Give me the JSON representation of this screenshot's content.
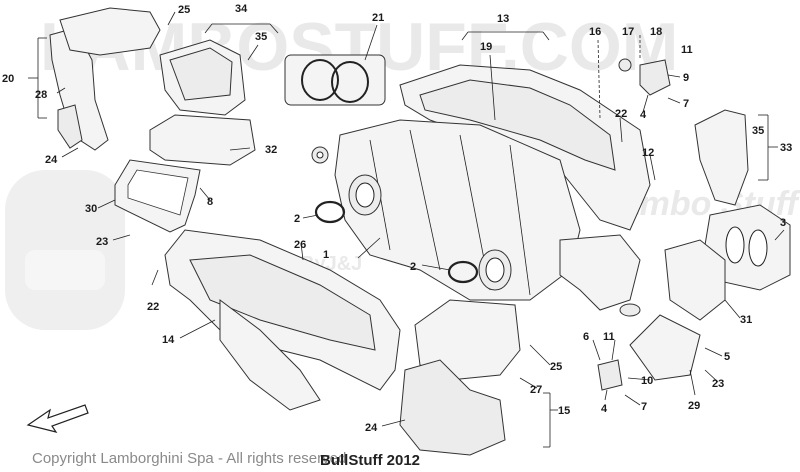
{
  "watermark": {
    "brand": "LAMBOSTUFF.COM",
    "script_text": "Lambo Stuff",
    "bj_text": "ByJ&J"
  },
  "footer": {
    "copyright": "Copyright Lamborghini Spa - All rights reserved",
    "overlay": "BullStuff 2012"
  },
  "callouts": [
    "1",
    "2",
    "2",
    "3",
    "4",
    "4",
    "5",
    "6",
    "7",
    "7",
    "8",
    "9",
    "10",
    "11",
    "11",
    "12",
    "13",
    "14",
    "15",
    "16",
    "17",
    "18",
    "19",
    "20",
    "21",
    "22",
    "22",
    "23",
    "23",
    "24",
    "24",
    "25",
    "25",
    "26",
    "27",
    "28",
    "29",
    "30",
    "31",
    "32",
    "33",
    "34",
    "35",
    "35"
  ],
  "colors": {
    "ink": "#222222",
    "watermark": "#e9e9e9",
    "footer_text": "#8a8a8a"
  }
}
